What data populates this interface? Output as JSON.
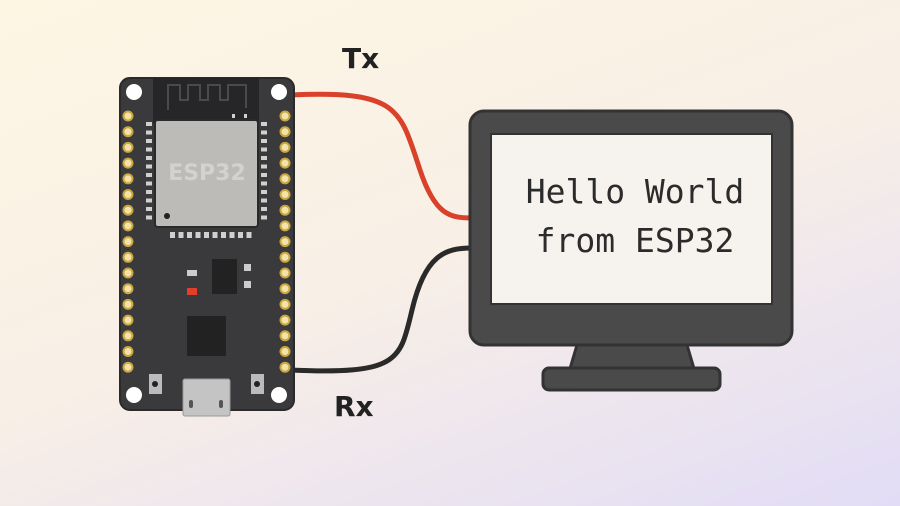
{
  "labels": {
    "tx": "Tx",
    "rx": "Rx"
  },
  "board": {
    "chip_label": "ESP32",
    "pins_per_side": 17
  },
  "monitor": {
    "line1": "Hello World",
    "line2": "from ESP32"
  },
  "colors": {
    "tx_wire": "#d9412a",
    "rx_wire": "#2a2a2a",
    "board": "#3a3a3c",
    "led": "#e0402a"
  }
}
